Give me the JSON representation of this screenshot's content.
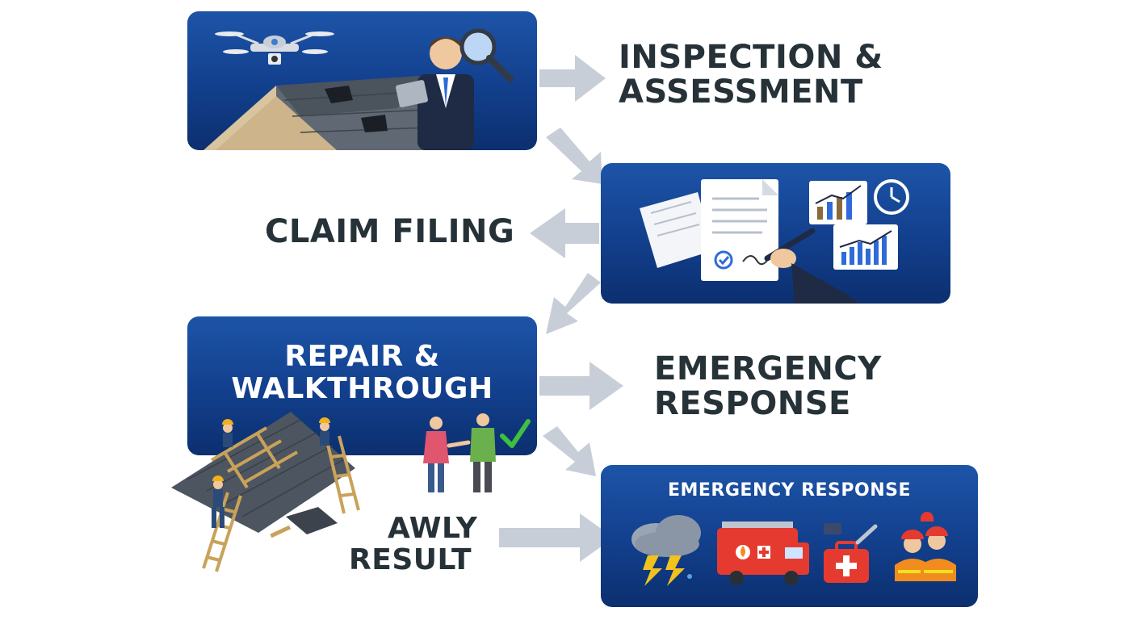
{
  "labels": {
    "inspection": [
      "INSPECTION &",
      "ASSESSMENT"
    ],
    "claim_filing": [
      "CLAIM FILING"
    ],
    "emergency": [
      "EMERGENCY",
      "RESPONSE"
    ],
    "result": [
      "AWLY",
      "RESULT"
    ]
  },
  "panels": {
    "repair_title": [
      "REPAIR &",
      "WALKTHROUGH"
    ],
    "emergency_title": "EMERGENCY RESPONSE"
  },
  "colors": {
    "panel_blue": "#123f8c",
    "arrow_gray": "#c7ced8",
    "label_dark": "#263238",
    "check_green": "#3fbf3f"
  },
  "icons": [
    "drone-icon",
    "magnifier-icon",
    "document-icon",
    "pen-icon",
    "chart-icon",
    "clock-icon",
    "storm-cloud-icon",
    "fire-truck-icon",
    "first-aid-kit-icon",
    "firefighter-icon",
    "check-icon"
  ]
}
